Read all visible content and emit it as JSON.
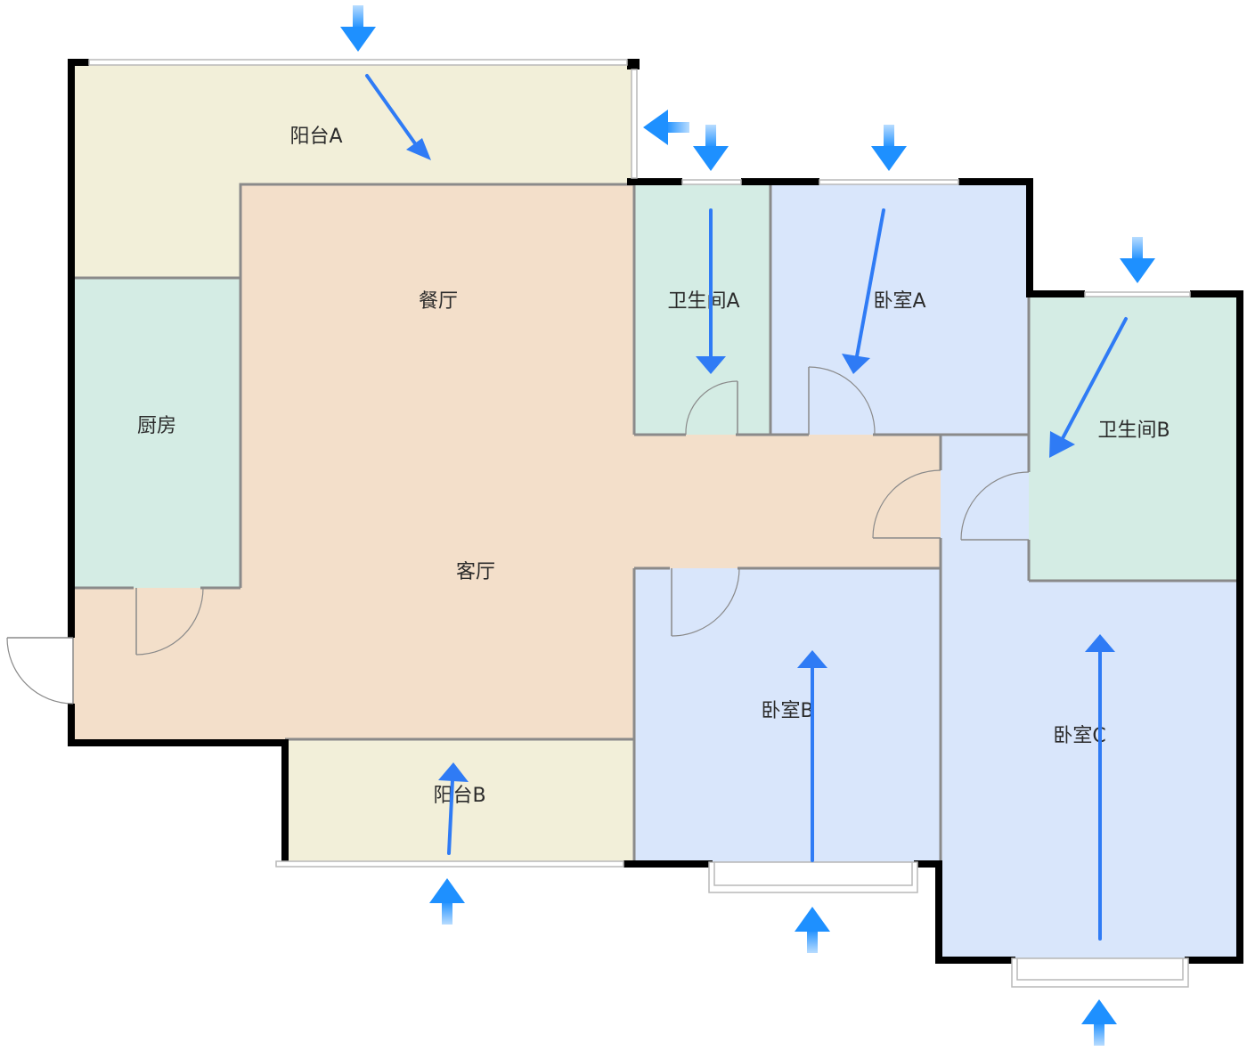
{
  "rooms": {
    "balcony_a": {
      "label": "阳台A",
      "color": "#f2efd9"
    },
    "dining": {
      "label": "餐厅",
      "color": "#f3dfca"
    },
    "living": {
      "label": "客厅",
      "color": "#f3dfca"
    },
    "kitchen": {
      "label": "厨房",
      "color": "#d4ece4"
    },
    "bathroom_a": {
      "label": "卫生间A",
      "color": "#d4ece4"
    },
    "bedroom_a": {
      "label": "卧室A",
      "color": "#d9e6fb"
    },
    "bathroom_b": {
      "label": "卫生间B",
      "color": "#d4ece4"
    },
    "bedroom_b": {
      "label": "卧室B",
      "color": "#d9e6fb"
    },
    "bedroom_c": {
      "label": "卧室C",
      "color": "#d9e6fb"
    },
    "balcony_b": {
      "label": "阳台B",
      "color": "#f2efd9"
    }
  },
  "colors": {
    "wall": "#000000",
    "partition": "#8a8a8a",
    "flow_arrow": "#2f7bf5",
    "entry_arrow_light": "#8cc8ff"
  },
  "icons": {
    "light_entry": "daylight-entry-arrow-icon",
    "light_flow": "daylight-flow-arrow-icon",
    "door": "door-swing-icon",
    "window": "window-icon"
  }
}
